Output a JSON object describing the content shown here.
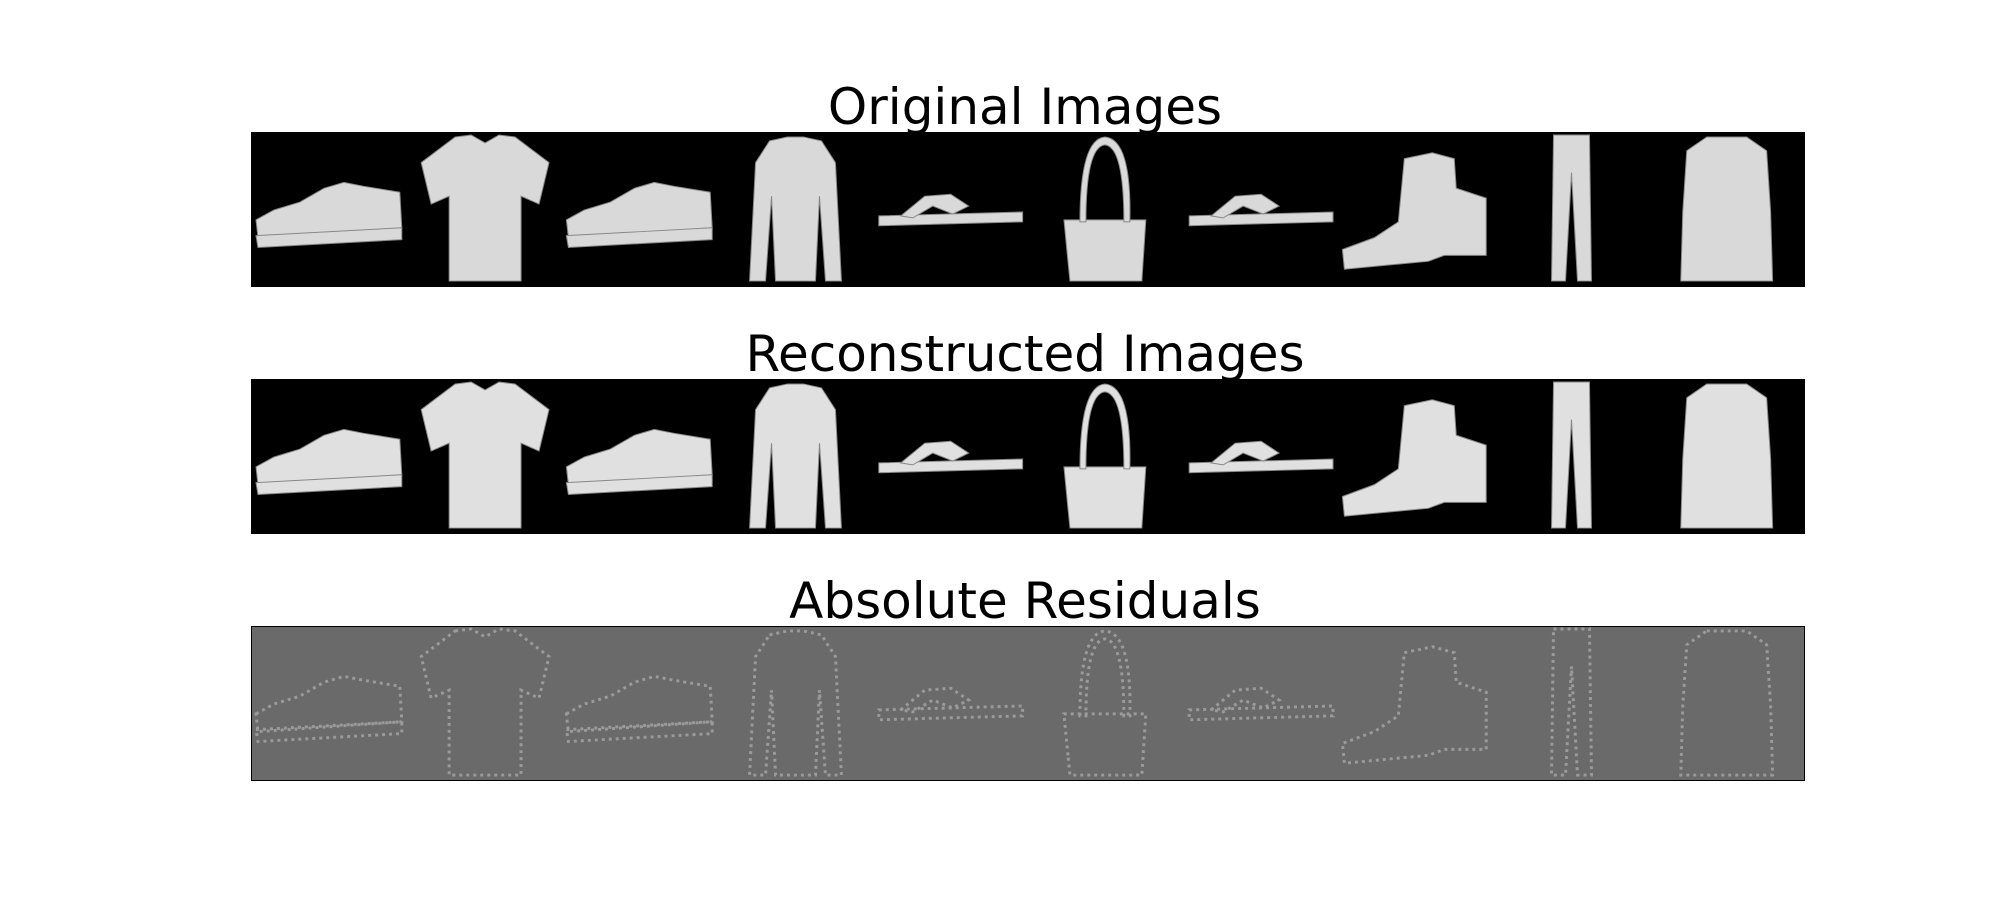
{
  "figure": {
    "panels": [
      {
        "title": "Original Images",
        "variant": "original",
        "background": "#000000",
        "foreground": "#d9d9d9"
      },
      {
        "title": "Reconstructed Images",
        "variant": "reconstructed",
        "background": "#000000",
        "foreground": "#e0e0e0"
      },
      {
        "title": "Absolute Residuals",
        "variant": "residual",
        "background": "#6a6a6a",
        "foreground": "#9a9a9a"
      }
    ],
    "items": [
      "sneaker",
      "tshirt",
      "sneaker",
      "coat",
      "sandal",
      "bag",
      "sandal",
      "boot",
      "trouser",
      "shirt"
    ]
  }
}
